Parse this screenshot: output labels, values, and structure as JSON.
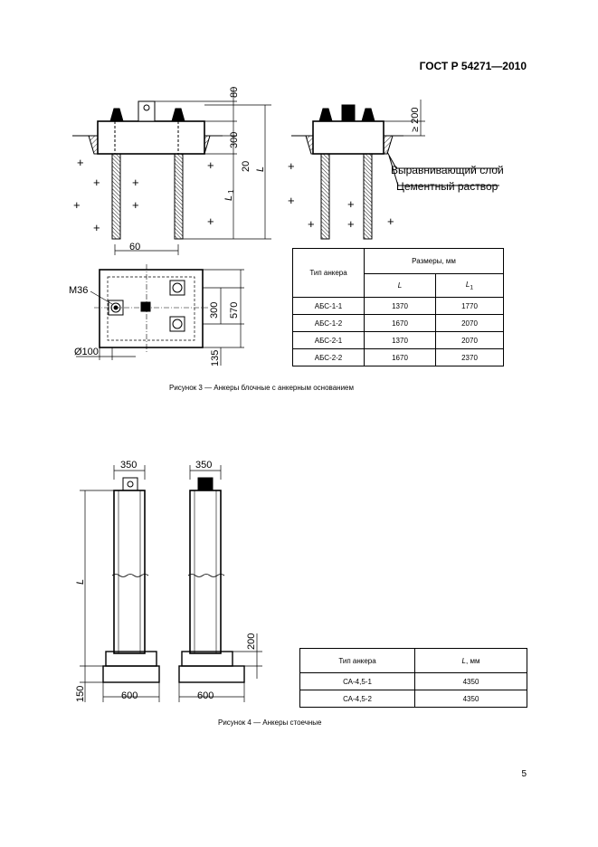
{
  "header": {
    "standard": "ГОСТ Р 54271—2010"
  },
  "page_number": "5",
  "figure3": {
    "caption": "Рисунок 3 — Анкеры блочные с анкерным основанием",
    "labels": {
      "dim_80": "80",
      "dim_300": "300",
      "dim_20": "20",
      "dim_L": "L",
      "dim_L1": "L",
      "dim_L1_sub": "1",
      "dim_60": "60",
      "dim_ge200": "≥ 200",
      "leveling_layer": "Выравнивающий слой",
      "cement_mortar": "Цементный раствор",
      "m36": "М36",
      "dim_plan_300": "300",
      "dim_plan_570": "570",
      "dim_plan_135": "135",
      "dim_d100": "Ø100"
    },
    "table": {
      "col_type": "Тип анкера",
      "col_sizes": "Размеры, мм",
      "col_L": "L",
      "col_L1": "L",
      "col_L1_sub": "1",
      "rows": [
        {
          "type": "АБС-1-1",
          "L": "1370",
          "L1": "1770"
        },
        {
          "type": "АБС-1-2",
          "L": "1670",
          "L1": "2070"
        },
        {
          "type": "АБС-2-1",
          "L": "1370",
          "L1": "2070"
        },
        {
          "type": "АБС-2-2",
          "L": "1670",
          "L1": "2370"
        }
      ]
    }
  },
  "figure4": {
    "caption": "Рисунок 4 — Анкеры стоечные",
    "labels": {
      "dim_350_a": "350",
      "dim_350_b": "350",
      "dim_L": "L",
      "dim_200": "200",
      "dim_150": "150",
      "dim_600_a": "600",
      "dim_600_b": "600"
    },
    "table": {
      "col_type": "Тип анкера",
      "col_L": "L",
      "col_L_unit": ", мм",
      "rows": [
        {
          "type": "СА-4,5-1",
          "L": "4350"
        },
        {
          "type": "СА-4,5-2",
          "L": "4350"
        }
      ]
    }
  }
}
